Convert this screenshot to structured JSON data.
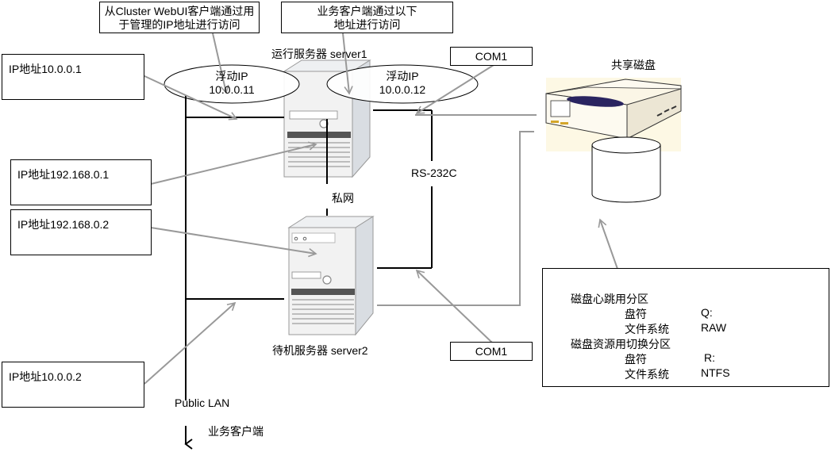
{
  "callouts": {
    "webui_access": [
      "从Cluster WebUI客户端通过用",
      "于管理的IP地址进行访问"
    ],
    "business_access": [
      "业务客户端通过以下",
      "地址进行访问"
    ]
  },
  "servers": {
    "active": {
      "label": "运行服务器 server1"
    },
    "standby": {
      "label": "待机服务器 server2"
    }
  },
  "floating_ips": [
    {
      "title": "浮动IP",
      "address": "10.0.0.11"
    },
    {
      "title": "浮动IP",
      "address": "10.0.0.12"
    }
  ],
  "ip_boxes": {
    "server1_public": "IP地址10.0.0.1",
    "server1_private": "IP地址192.168.0.1",
    "server2_private": "IP地址192.168.0.2",
    "server2_public": "IP地址10.0.0.2"
  },
  "com_ports": {
    "top": "COM1",
    "bottom": "COM1"
  },
  "links": {
    "serial": "RS-232C",
    "private_net": "私网",
    "public_lan": "Public LAN",
    "business_client": "业务客户端"
  },
  "shared_disk": {
    "title": "共享磁盘",
    "partitions": [
      {
        "name": "磁盘心跳用分区",
        "drive_label": "盘符",
        "drive": "Q:",
        "fs_label": "文件系统",
        "fs": "RAW"
      },
      {
        "name": "磁盘资源用切换分区",
        "drive_label": "盘符",
        "drive": "R:",
        "fs_label": "文件系统",
        "fs": "NTFS"
      }
    ]
  },
  "colors": {
    "line": "#000000",
    "arrow": "#999999",
    "disk_bg": "#fdf8e4",
    "disk_slot": "#2a2460",
    "server_body": "#f2f2f2",
    "server_side": "#d9dde2"
  }
}
